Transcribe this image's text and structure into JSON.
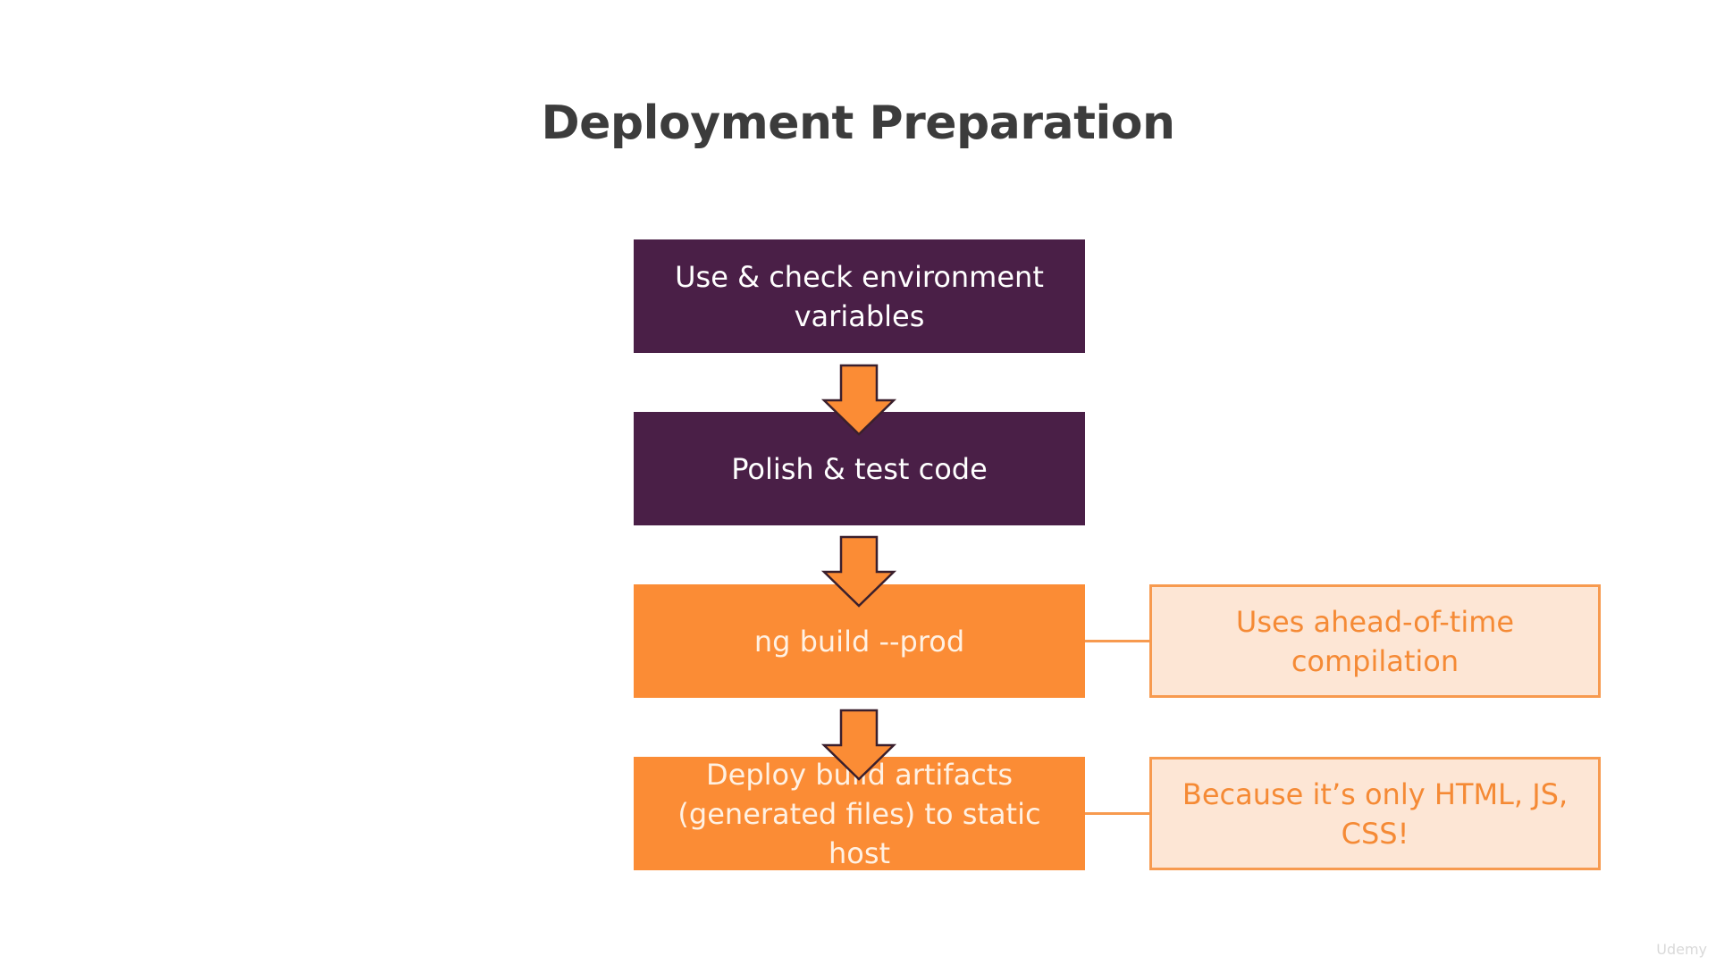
{
  "title": "Deployment Preparation",
  "steps": [
    {
      "label": "Use & check environment\nvariables"
    },
    {
      "label": "Polish & test code"
    },
    {
      "label": "ng build --prod"
    },
    {
      "label": "Deploy build artifacts\n(generated files) to static host"
    }
  ],
  "notes": [
    {
      "label": "Uses ahead-of-time\ncompilation"
    },
    {
      "label": "Because it’s only HTML, JS,\nCSS!"
    }
  ],
  "colors": {
    "step_dark": "#4a1f47",
    "step_orange": "#fb8c35",
    "note_fill": "#fde6d5",
    "note_border": "#f79a4f",
    "arrow": "#fb8c35",
    "title": "#3c3c3c"
  },
  "watermark": "Udemy"
}
